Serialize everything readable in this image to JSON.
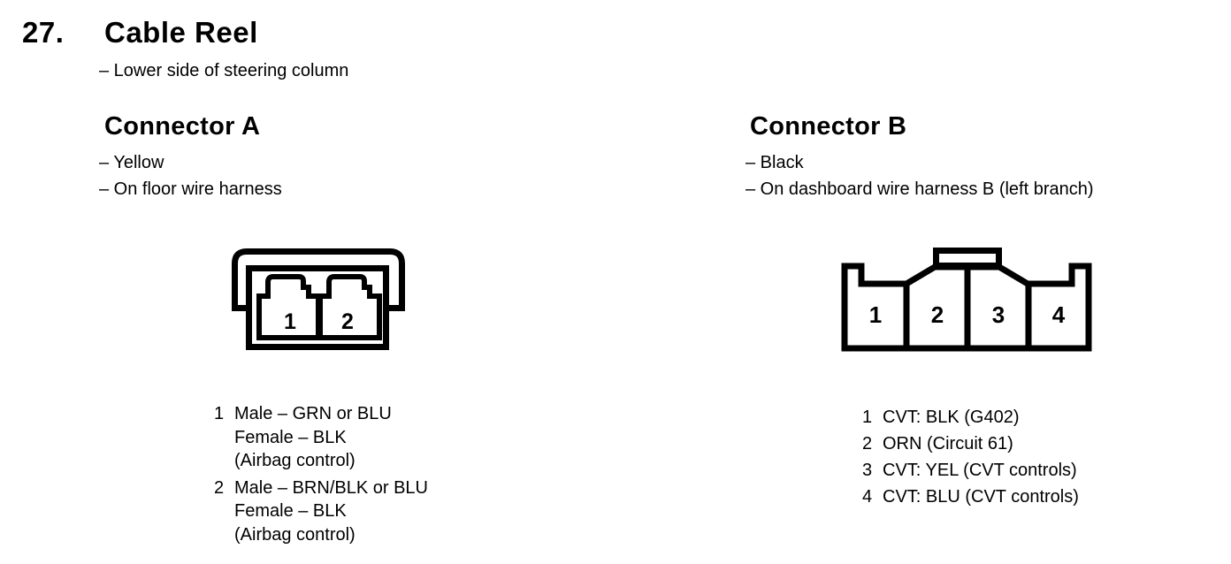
{
  "page": {
    "section_number": "27.",
    "title": "Cable Reel",
    "location_note": "– Lower side of steering column"
  },
  "connector_a": {
    "heading": "Connector A",
    "notes": [
      "– Yellow",
      "– On floor wire harness"
    ],
    "pin_labels": [
      "1",
      "2"
    ],
    "pins": [
      {
        "number": "1",
        "lines": [
          "Male – GRN or BLU",
          "Female – BLK",
          "(Airbag control)"
        ]
      },
      {
        "number": "2",
        "lines": [
          "Male – BRN/BLK or BLU",
          "Female – BLK",
          "(Airbag control)"
        ]
      }
    ]
  },
  "connector_b": {
    "heading": "Connector B",
    "notes": [
      "– Black",
      "– On dashboard wire harness B (left branch)"
    ],
    "pin_labels": [
      "1",
      "2",
      "3",
      "4"
    ],
    "pins": [
      {
        "number": "1",
        "lines": [
          "CVT: BLK (G402)"
        ]
      },
      {
        "number": "2",
        "lines": [
          "ORN (Circuit 61)"
        ]
      },
      {
        "number": "3",
        "lines": [
          "CVT: YEL (CVT controls)"
        ]
      },
      {
        "number": "4",
        "lines": [
          "CVT: BLU (CVT controls)"
        ]
      }
    ]
  },
  "colors": {
    "ink": "#000000",
    "background": "#ffffff"
  }
}
